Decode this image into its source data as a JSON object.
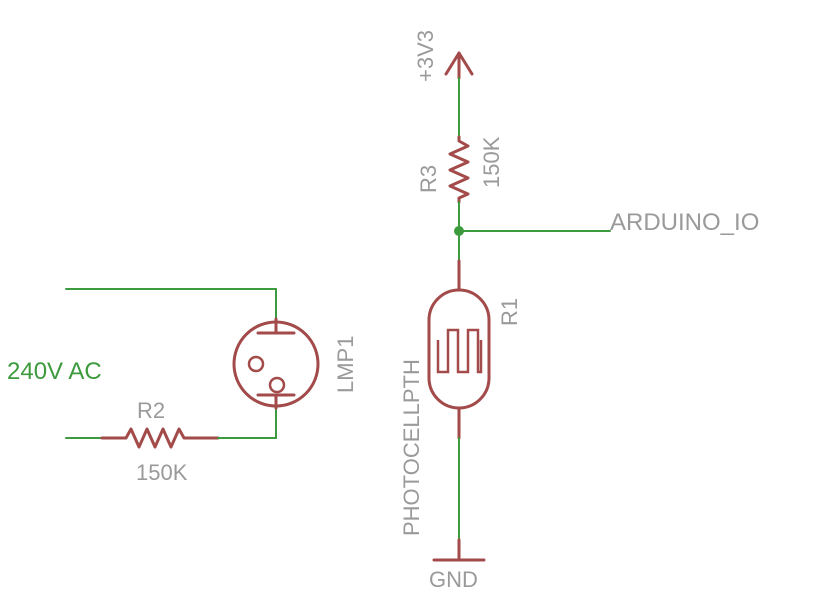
{
  "colors": {
    "wire": "#3d9a3d",
    "component": "#a34a4a",
    "text": "#9a9a9a",
    "junction": "#3d9a3d"
  },
  "labels": {
    "supply": "+3V3",
    "r3_name": "R3",
    "r3_value": "150K",
    "net_arduino": "ARDUINO_IO",
    "r1_name": "R1",
    "photocell_value": "PHOTOCELLPTH",
    "gnd": "GND",
    "ac_source": "240V AC",
    "r2_name": "R2",
    "r2_value": "150K",
    "lamp_name": "LMP1"
  }
}
